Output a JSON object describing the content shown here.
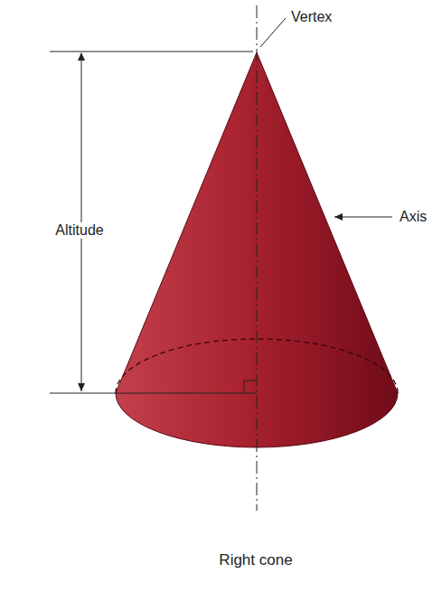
{
  "diagram": {
    "caption": "Right cone",
    "labels": [
      "Vertex",
      "Altitude",
      "Axis"
    ]
  }
}
